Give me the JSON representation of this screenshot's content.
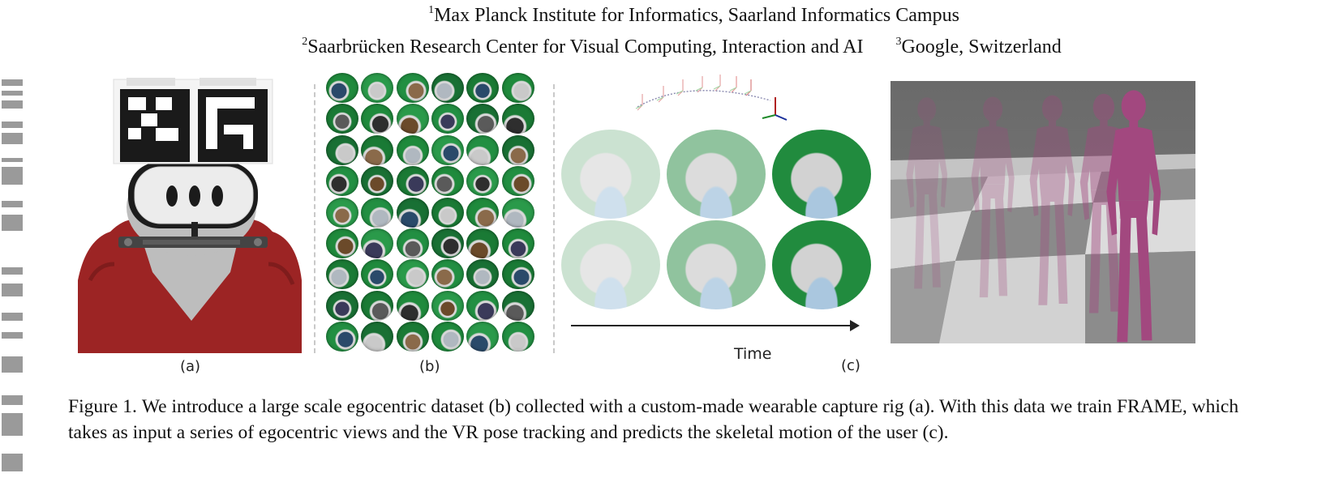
{
  "affiliations": {
    "a1_num": "1",
    "a1_text": "Max Planck Institute for Informatics, Saarland Informatics Campus",
    "a2_num": "2",
    "a2_text": "Saarbrücken Research Center for Visual Computing, Interaction and AI",
    "a3_num": "3",
    "a3_text": "Google, Switzerland"
  },
  "panels": {
    "a": "(a)",
    "b": "(b)",
    "c": "(c)",
    "time_label": "Time"
  },
  "caption": {
    "label": "Figure 1.",
    "text": "We introduce a large scale egocentric dataset (b) collected with a custom-made wearable capture rig (a). With this data we train FRAME, which takes as input a series of egocentric views and the VR pose tracking and predicts the skeletal motion of the user (c)."
  },
  "colors": {
    "hoodie": "#9c2424",
    "greenscreen": "#1f8a3c",
    "avatar": "#a2487f",
    "arrow": "#222222"
  }
}
